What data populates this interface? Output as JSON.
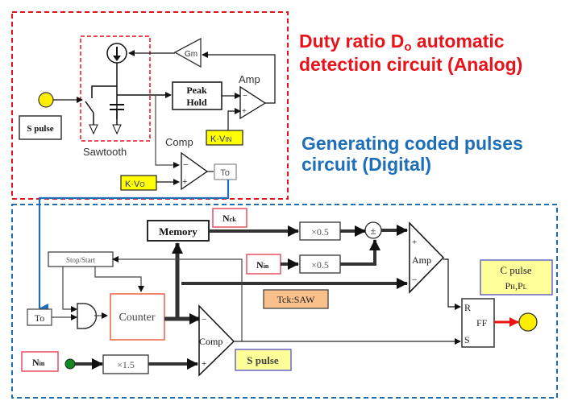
{
  "titles": {
    "analog_line1_pre": "Duty ratio D",
    "analog_line1_sub": "o",
    "analog_line1_post": " automatic",
    "analog_line2": "detection circuit (Analog)",
    "digital_line1": "Generating coded pulses",
    "digital_line2": "circuit (Digital)"
  },
  "analog": {
    "gm_label": "Gm",
    "peak_hold_line1": "Peak",
    "peak_hold_line2": "Hold",
    "amp_label": "Amp",
    "amp_minus": "−",
    "amp_plus": "+",
    "comp_label": "Comp",
    "comp_minus": "−",
    "comp_plus": "+",
    "k_vin_pre": "K·V",
    "k_vin_sub": "IN",
    "k_vo_pre": "K·V",
    "k_vo_sub": "O",
    "to_label": "To",
    "s_pulse_label": "S pulse",
    "sawtooth_label": "Sawtooth"
  },
  "digital": {
    "memory_label": "Memory",
    "nck_pre": "N",
    "nck_sub": "ck",
    "nin1_pre": "N",
    "nin1_sub": "in",
    "nin2_pre": "N",
    "nin2_sub": "in",
    "mult1_label": "×0.5",
    "mult2_label": "×0.5",
    "mult3_label": "×1.5",
    "plusminus_label": "±",
    "amp_label": "Amp",
    "amp_plus": "+",
    "amp_minus": "−",
    "stop_start_label": "Stop/Start",
    "counter_label": "Counter",
    "to_label": "To",
    "comp_label": "Comp",
    "comp_minus": "−",
    "comp_plus": "+",
    "tck_saw_label": "Tck:SAW",
    "s_pulse_label": "S pulse",
    "c_pulse_line1": "C pulse",
    "c_pulse_line2_pre": "P",
    "c_pulse_line2_sub1": "H",
    "c_pulse_line2_mid": ",P",
    "c_pulse_line2_sub2": "L",
    "ff_label": "FF",
    "ff_r": "R",
    "ff_s": "S"
  },
  "colors": {
    "analog_border": "#e8141c",
    "digital_border": "#1e6fb8",
    "highlight_yellow": "#ffff00",
    "note_yellow": "#ffff99",
    "note_border": "#6666cc",
    "tck_fill": "#f9c08c",
    "output_red": "#ee1111",
    "pin_yellow": "#ffee00",
    "pin_green": "#118822"
  }
}
